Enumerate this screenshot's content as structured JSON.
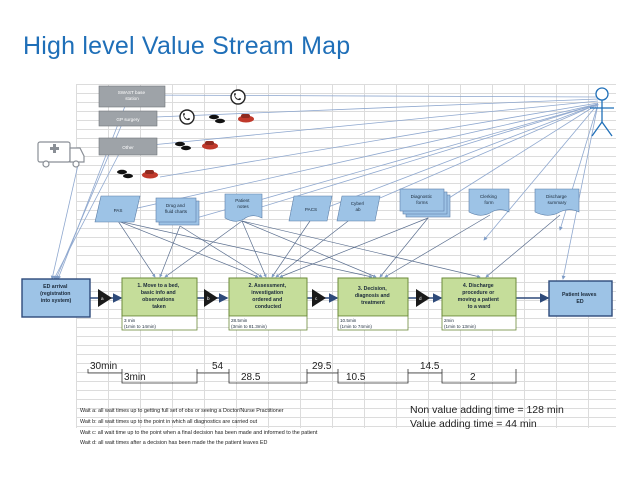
{
  "title": "High level Value Stream Map",
  "sources": [
    {
      "label_lines": [
        "SWAST base",
        "station"
      ]
    },
    {
      "label_lines": [
        "GP surgery"
      ]
    },
    {
      "label_lines": [
        "Other"
      ]
    }
  ],
  "info_docs": [
    {
      "label_lines": [
        "PAS"
      ]
    },
    {
      "label_lines": [
        "Drug and",
        "fluid charts"
      ]
    },
    {
      "label_lines": [
        "Patient",
        "notes"
      ]
    },
    {
      "label_lines": [
        "PACS"
      ]
    },
    {
      "label_lines": [
        "Cyberl",
        "ab"
      ]
    },
    {
      "label_lines": [
        "Diagnostic",
        "forms"
      ]
    },
    {
      "label_lines": [
        "Clerking",
        "form"
      ]
    },
    {
      "label_lines": [
        "Discharge",
        "summary"
      ]
    }
  ],
  "arrival": {
    "label_lines": [
      "ED arrival",
      "(registration",
      "into system)"
    ]
  },
  "steps": [
    {
      "label_lines": [
        "1. Move to a bed,",
        "basic info and",
        "observations",
        "taken"
      ],
      "time_lines": [
        "3 min",
        "(1min to 14min)"
      ]
    },
    {
      "label_lines": [
        "2. Assessment,",
        "investigation",
        "ordered and",
        "conducted"
      ],
      "time_lines": [
        "28.5min",
        "(3min to 81.3min)"
      ]
    },
    {
      "label_lines": [
        "3. Decision,",
        "diagnosis and",
        "treatment"
      ],
      "time_lines": [
        "10.5min",
        "(1min to 74min)"
      ]
    },
    {
      "label_lines": [
        "4. Discharge",
        "procedure or",
        "moving a patient",
        "to a ward"
      ],
      "time_lines": [
        "2min",
        "(1min to 13min)"
      ]
    }
  ],
  "leaves": {
    "label_lines": [
      "Patient leaves",
      "ED"
    ]
  },
  "waits": [
    "a",
    "b",
    "c",
    "d"
  ],
  "timeline": {
    "wait_values": [
      "30min",
      "54",
      "29.5",
      "14.5"
    ],
    "process_values": [
      "3min",
      "28.5",
      "10.5",
      "2"
    ]
  },
  "notes": [
    "Wait a: all wait times up to getting full set of obs or seeing a Doctor/Nurse Practitioner",
    "Wait b: all wait times up to the point in which all diagnostics are carried out",
    "Wait c: all wait time up to the point when a final decision has been made and informed to the patient",
    "Wait d: all wait times after a decision has been made the the patient leaves ED"
  ],
  "summary": [
    "Non value adding time  = 128 min",
    "Value adding time = 44 min"
  ],
  "colors": {
    "title": "#1f6fb8",
    "blue_box": "#9dc3e6",
    "green_box": "#c5dd9a",
    "grey_box": "#9ea3a8",
    "arrow": "#2e4a7a",
    "car": "#c0392b"
  }
}
